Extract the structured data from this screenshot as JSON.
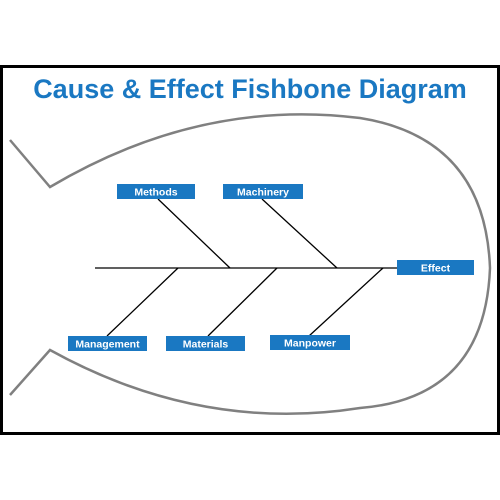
{
  "title": "Cause & Effect Fishbone Diagram",
  "effect": {
    "label": "Effect"
  },
  "causes": {
    "methods": "Methods",
    "machinery": "Machinery",
    "management": "Management",
    "materials": "Materials",
    "manpower": "Manpower"
  },
  "colors": {
    "title": "#1a78c2",
    "label_box": "#1a78c2",
    "label_text": "#ffffff",
    "outline": "#808080",
    "bone": "#000000",
    "frame": "#000000"
  }
}
